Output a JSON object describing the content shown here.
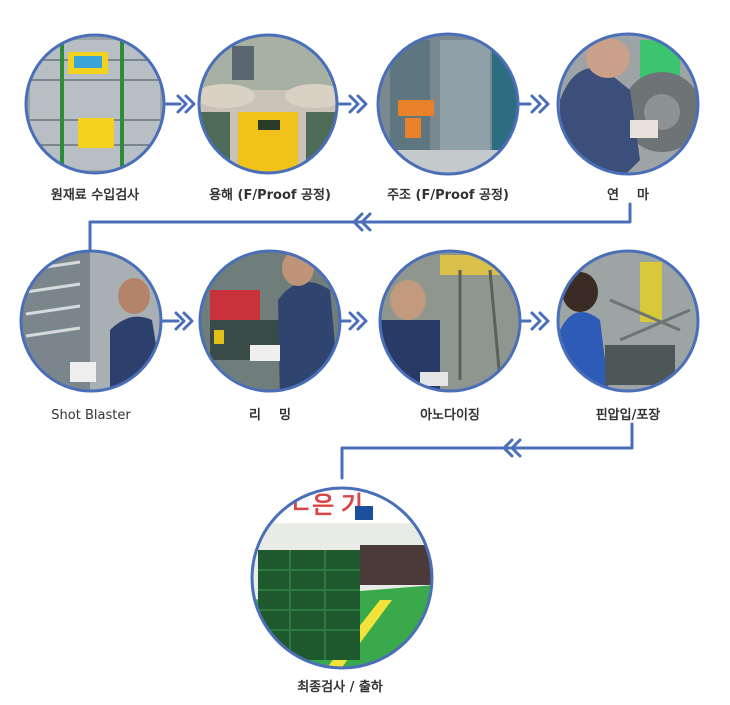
{
  "steps": [
    {
      "label": "원재료 수입검사",
      "photo": "raw-material-inspection-photo"
    },
    {
      "label": "용해 (F/Proof 공정)",
      "photo": "melting-furnace-photo"
    },
    {
      "label": "주조 (F/Proof 공정)",
      "photo": "casting-machine-photo"
    },
    {
      "label": "연    마",
      "photo": "polishing-photo"
    },
    {
      "label": "Shot Blaster",
      "photo": "shot-blaster-photo"
    },
    {
      "label": "리    밍",
      "photo": "reaming-photo"
    },
    {
      "label": "아노다이징",
      "photo": "anodizing-photo"
    },
    {
      "label": "핀압입/포장",
      "photo": "pin-press-packing-photo"
    },
    {
      "label": "최종검사 / 출하",
      "photo": "final-inspection-shipping-photo"
    }
  ],
  "colors": {
    "accent": "#4a6fb8",
    "label": "#333333"
  }
}
